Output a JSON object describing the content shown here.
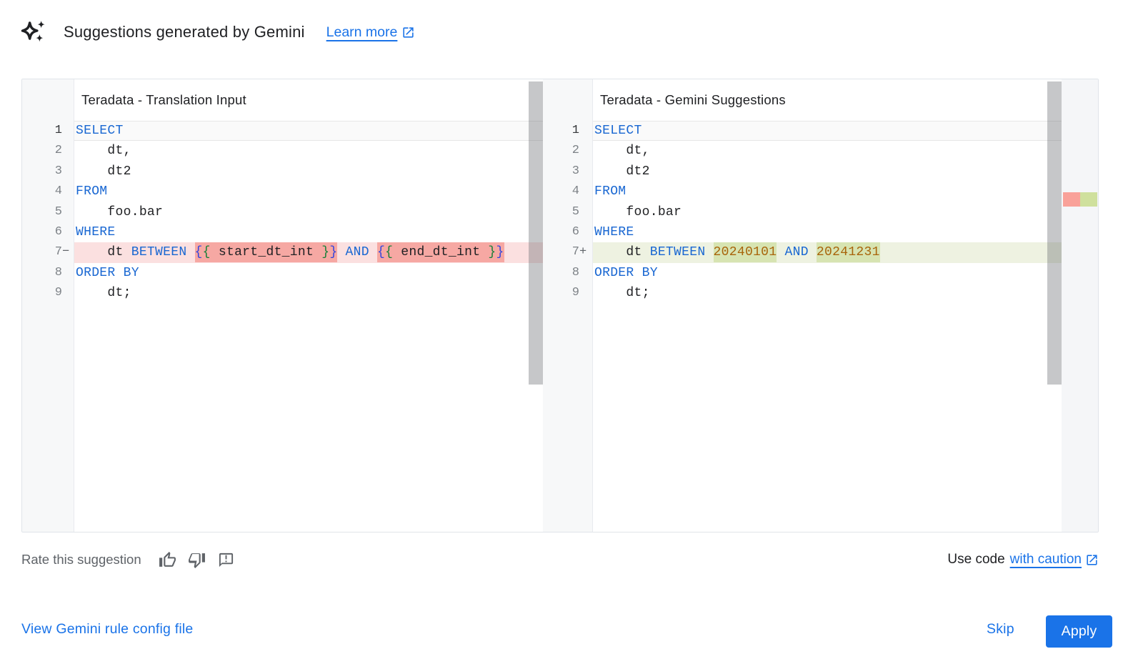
{
  "header": {
    "title": "Suggestions generated by Gemini",
    "learn_more_label": "Learn more"
  },
  "diff": {
    "left": {
      "title": "Teradata - Translation Input",
      "lines": [
        {
          "num": "1",
          "type": "active",
          "tokens": [
            {
              "t": "SELECT",
              "c": "kw"
            }
          ]
        },
        {
          "num": "2",
          "tokens": [
            {
              "t": "    dt,",
              "c": "pl"
            }
          ]
        },
        {
          "num": "3",
          "tokens": [
            {
              "t": "    dt2",
              "c": "pl"
            }
          ]
        },
        {
          "num": "4",
          "tokens": [
            {
              "t": "FROM",
              "c": "kw"
            }
          ]
        },
        {
          "num": "5",
          "tokens": [
            {
              "t": "    foo.bar",
              "c": "pl"
            }
          ]
        },
        {
          "num": "6",
          "tokens": [
            {
              "t": "WHERE",
              "c": "kw"
            }
          ]
        },
        {
          "num": "7",
          "sign": "−",
          "type": "del",
          "tokens": [
            {
              "t": "    dt ",
              "c": "pl"
            },
            {
              "t": "BETWEEN",
              "c": "kw"
            },
            {
              "t": " ",
              "c": "pl"
            },
            {
              "t": "{",
              "c": "brB",
              "m": true
            },
            {
              "t": "{",
              "c": "brG",
              "m": true
            },
            {
              "t": " start_dt_int ",
              "c": "pl",
              "m": true
            },
            {
              "t": "}",
              "c": "brG",
              "m": true
            },
            {
              "t": "}",
              "c": "brB",
              "m": true
            },
            {
              "t": " ",
              "c": "pl"
            },
            {
              "t": "AND",
              "c": "kw"
            },
            {
              "t": " ",
              "c": "pl"
            },
            {
              "t": "{",
              "c": "brB",
              "m": true
            },
            {
              "t": "{",
              "c": "brG",
              "m": true
            },
            {
              "t": " end_dt_int ",
              "c": "pl",
              "m": true
            },
            {
              "t": "}",
              "c": "brG",
              "m": true
            },
            {
              "t": "}",
              "c": "brB",
              "m": true
            }
          ]
        },
        {
          "num": "8",
          "tokens": [
            {
              "t": "ORDER BY",
              "c": "kw"
            }
          ]
        },
        {
          "num": "9",
          "tokens": [
            {
              "t": "    dt;",
              "c": "pl"
            }
          ]
        }
      ]
    },
    "right": {
      "title": "Teradata - Gemini Suggestions",
      "lines": [
        {
          "num": "1",
          "type": "active",
          "tokens": [
            {
              "t": "SELECT",
              "c": "kw"
            }
          ]
        },
        {
          "num": "2",
          "tokens": [
            {
              "t": "    dt,",
              "c": "pl"
            }
          ]
        },
        {
          "num": "3",
          "tokens": [
            {
              "t": "    dt2",
              "c": "pl"
            }
          ]
        },
        {
          "num": "4",
          "tokens": [
            {
              "t": "FROM",
              "c": "kw"
            }
          ]
        },
        {
          "num": "5",
          "tokens": [
            {
              "t": "    foo.bar",
              "c": "pl"
            }
          ]
        },
        {
          "num": "6",
          "tokens": [
            {
              "t": "WHERE",
              "c": "kw"
            }
          ]
        },
        {
          "num": "7",
          "sign": "+",
          "type": "add",
          "tokens": [
            {
              "t": "    dt ",
              "c": "pl"
            },
            {
              "t": "BETWEEN",
              "c": "kw"
            },
            {
              "t": " ",
              "c": "pl"
            },
            {
              "t": "20240101",
              "c": "num",
              "m": true
            },
            {
              "t": " ",
              "c": "pl"
            },
            {
              "t": "AND",
              "c": "kw"
            },
            {
              "t": " ",
              "c": "pl"
            },
            {
              "t": "20241231",
              "c": "num",
              "m": true
            }
          ]
        },
        {
          "num": "8",
          "tokens": [
            {
              "t": "ORDER BY",
              "c": "kw"
            }
          ]
        },
        {
          "num": "9",
          "tokens": [
            {
              "t": "    dt;",
              "c": "pl"
            }
          ]
        }
      ]
    }
  },
  "rate": {
    "label": "Rate this suggestion"
  },
  "use_code": {
    "prefix": "Use code",
    "link": "with caution"
  },
  "footer": {
    "view_config": "View Gemini rule config file",
    "skip": "Skip",
    "apply": "Apply"
  },
  "colors": {
    "accent": "#1a73e8",
    "keyword": "#1967d2",
    "number_literal": "#a8640a",
    "brace_outer": "#3344dd",
    "brace_inner": "#188038",
    "del_line_bg": "#fbe0e0",
    "del_token_bg": "#f6a8a3",
    "add_line_bg": "#eef2e1",
    "add_token_bg": "#d7e4b2",
    "ruler_del": "#f9a199",
    "ruler_add": "#cfe09d"
  }
}
